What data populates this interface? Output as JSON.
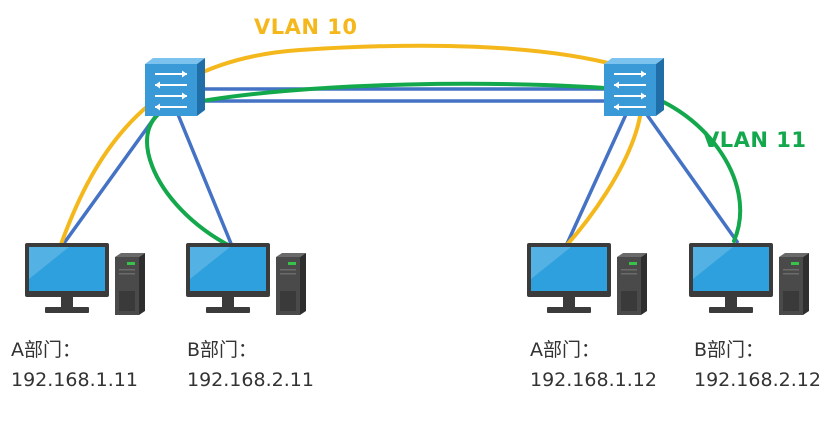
{
  "colors": {
    "vlan10": "#f5b81c",
    "vlan11": "#13a84b",
    "trunk": "#4472c4",
    "switch_face": "#3a9ad8",
    "switch_top": "#7cc2ee",
    "switch_side": "#1f6ea8",
    "monitor_frame": "#3b3b3b",
    "screen": "#2ea0dd",
    "tower": "#4a4a4a",
    "tower_led": "#38c24a",
    "text": "#333333"
  },
  "vlans": [
    {
      "label": "VLAN 10",
      "color": "#f5b81c"
    },
    {
      "label": "VLAN 11",
      "color": "#13a84b"
    }
  ],
  "switches": [
    {
      "id": "switch-left",
      "icon": "switch-icon"
    },
    {
      "id": "switch-right",
      "icon": "switch-icon"
    }
  ],
  "hosts": [
    {
      "dept": "A部门：",
      "ip": "192.168.1.11",
      "vlan": "VLAN 10"
    },
    {
      "dept": "B部门：",
      "ip": "192.168.2.11",
      "vlan": "VLAN 11"
    },
    {
      "dept": "A部门：",
      "ip": "192.168.1.12",
      "vlan": "VLAN 10"
    },
    {
      "dept": "B部门：",
      "ip": "192.168.2.12",
      "vlan": "VLAN 11"
    }
  ]
}
